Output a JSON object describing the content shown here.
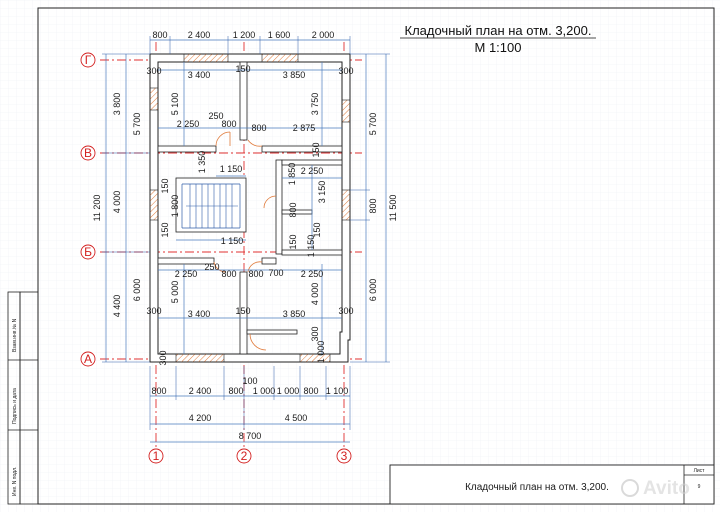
{
  "title": {
    "line1": "Кладочный план на отм. 3,200.",
    "line2": "М 1:100"
  },
  "titleblock": {
    "sheet_label": "Лист",
    "sheet_number": "9",
    "caption": "Кладочный план на отм. 3,200."
  },
  "side_stamp": [
    "Взам.инв.№ N",
    "Подпись и дата",
    "Инв. N подл."
  ],
  "watermark": "Avito",
  "axes": {
    "letters": [
      "Г",
      "В",
      "Б",
      "А"
    ],
    "numbers": [
      "1",
      "2",
      "3"
    ]
  },
  "dims": {
    "top_chain": [
      "800",
      "2 400",
      "1 200",
      "1 600",
      "2 000"
    ],
    "bottom_chain1": [
      "800",
      "2 400",
      "800",
      "1 000",
      "1 000",
      "800",
      "1 100"
    ],
    "bottom_100": "100",
    "bottom_chain2": [
      "4 200",
      "4 500"
    ],
    "bottom_total": "8 700",
    "left_chain1": [
      "3 800",
      "4 000",
      "4 400"
    ],
    "left_chain2": [
      "5 700",
      "6 000"
    ],
    "left_total": "11 200",
    "right_chain1": [
      "5 700",
      "800",
      "6 000"
    ],
    "right_total": "11 500",
    "inner": {
      "t300a": "300",
      "t3400": "3 400",
      "t150a": "150",
      "t3850": "3 850",
      "t300b": "300",
      "v5100": "5 100",
      "v3750": "3 750",
      "h250a": "250",
      "h2250a": "2 250",
      "h800a": "800",
      "h800b": "800",
      "h2875": "2 875",
      "v150r": "150",
      "v1350": "1 350",
      "h1150a": "1 150",
      "v1850": "1 850",
      "h2250b": "2 250",
      "v3150": "3 150",
      "v150l1": "150",
      "v1800": "1 800",
      "v150l2": "150",
      "v800m": "800",
      "v150m": "150",
      "v150r2": "150",
      "v1150": "1 150",
      "h1150b": "1 150",
      "h250b": "250",
      "h2250c": "2 250",
      "h800c": "800",
      "h800d": "800",
      "h700": "700",
      "h2250d": "2 250",
      "v5000": "5 000",
      "v4000": "4 000",
      "b300a": "300",
      "b3400": "3 400",
      "b150": "150",
      "b3850": "3 850",
      "b300b": "300",
      "v300r": "300",
      "v1000": "1 000",
      "v300l": "300"
    }
  }
}
